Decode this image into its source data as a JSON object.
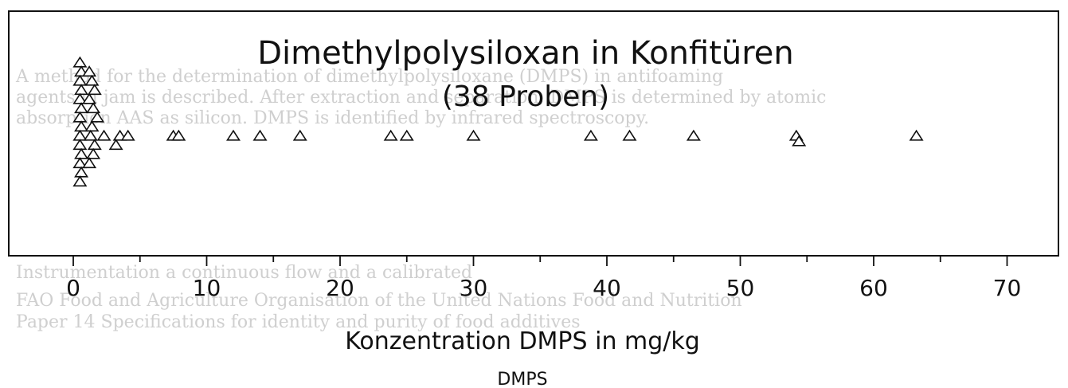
{
  "chart_data": {
    "type": "scatter",
    "title": "Dimethylpolysiloxan in Konfitüren",
    "subtitle": "(38 Proben)",
    "xlabel": "Konzentration DMPS in mg/kg",
    "caption": "DMPS",
    "xlim": [
      -1,
      75
    ],
    "x_ticks_major": [
      0,
      10,
      20,
      30,
      40,
      50,
      60,
      70
    ],
    "x_tick_labels": [
      "0",
      "10",
      "20",
      "30",
      "40",
      "50",
      "60",
      "70"
    ],
    "x_ticks_minor": [
      5,
      15,
      25,
      35,
      45,
      55,
      65
    ],
    "marker": "triangle-open",
    "grid": false,
    "series": [
      {
        "points": [
          {
            "x": 0.5,
            "y": 8
          },
          {
            "x": 0.6,
            "y": 7
          },
          {
            "x": 1.2,
            "y": 7
          },
          {
            "x": 0.5,
            "y": 6
          },
          {
            "x": 1.4,
            "y": 6
          },
          {
            "x": 0.6,
            "y": 5
          },
          {
            "x": 1.6,
            "y": 5
          },
          {
            "x": 0.5,
            "y": 4
          },
          {
            "x": 1.2,
            "y": 4
          },
          {
            "x": 0.6,
            "y": 3
          },
          {
            "x": 1.5,
            "y": 3
          },
          {
            "x": 0.5,
            "y": 2
          },
          {
            "x": 1.8,
            "y": 2
          },
          {
            "x": 0.6,
            "y": 1
          },
          {
            "x": 1.4,
            "y": 1
          },
          {
            "x": 0.5,
            "y": 0
          },
          {
            "x": 1.3,
            "y": 0
          },
          {
            "x": 2.3,
            "y": 0
          },
          {
            "x": 3.5,
            "y": 0
          },
          {
            "x": 4.1,
            "y": 0
          },
          {
            "x": 0.5,
            "y": -1
          },
          {
            "x": 1.6,
            "y": -1
          },
          {
            "x": 3.2,
            "y": -1
          },
          {
            "x": 0.6,
            "y": -2
          },
          {
            "x": 1.5,
            "y": -2
          },
          {
            "x": 0.5,
            "y": -3
          },
          {
            "x": 1.2,
            "y": -3
          },
          {
            "x": 0.6,
            "y": -4
          },
          {
            "x": 0.5,
            "y": -5
          },
          {
            "x": 7.5,
            "y": 0
          },
          {
            "x": 7.9,
            "y": 0
          },
          {
            "x": 12.0,
            "y": 0
          },
          {
            "x": 14.0,
            "y": 0
          },
          {
            "x": 17.0,
            "y": 0
          },
          {
            "x": 23.8,
            "y": 0
          },
          {
            "x": 25.0,
            "y": 0
          },
          {
            "x": 30.0,
            "y": 0
          },
          {
            "x": 38.8,
            "y": 0
          },
          {
            "x": 41.7,
            "y": 0
          },
          {
            "x": 46.5,
            "y": 0
          },
          {
            "x": 54.2,
            "y": 0
          },
          {
            "x": 54.4,
            "y": -0.6
          },
          {
            "x": 63.2,
            "y": 0
          }
        ]
      }
    ]
  }
}
